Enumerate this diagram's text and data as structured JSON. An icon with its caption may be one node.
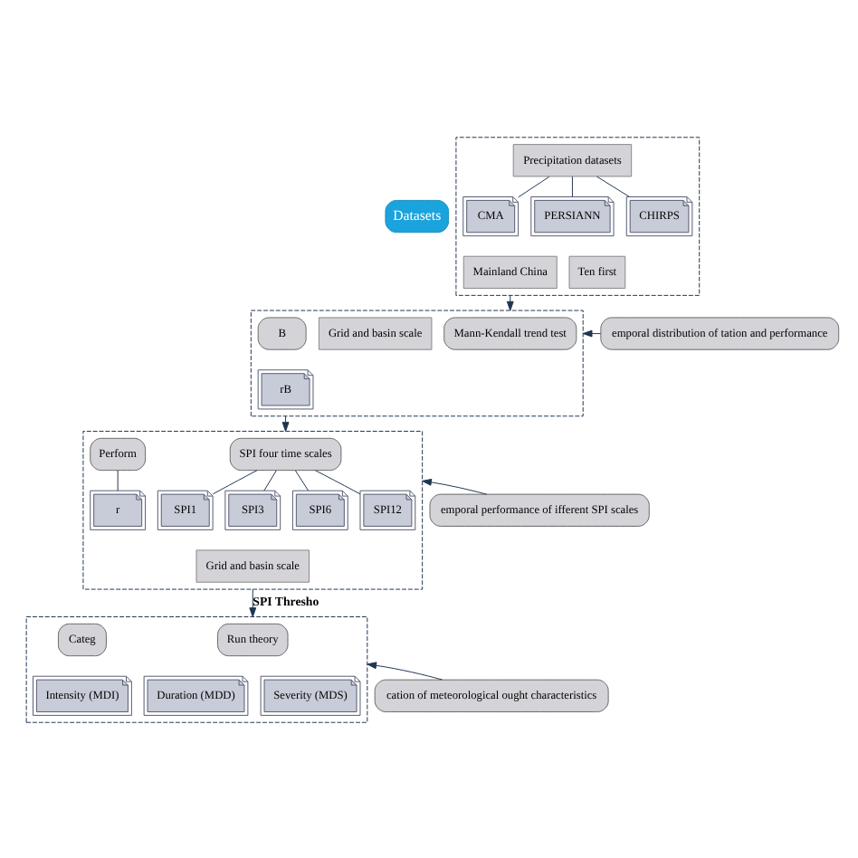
{
  "diagram": {
    "nodes": [
      {
        "text": [
          "Datasets"
        ]
      },
      {
        "text": [],
        "shape": "box"
      },
      {
        "text": [
          "Precipitation datasets"
        ],
        "in": 1
      },
      {
        "text": [
          "CMA"
        ],
        "in": 1
      },
      {
        "text": [
          "PERSIANN"
        ],
        "in": 1
      },
      {
        "text": [
          "CHIRPS"
        ],
        "in": 1
      },
      {
        "text": [
          "Mainland China"
        ],
        "in": 1
      },
      {
        "text": [
          "Ten first"
        ],
        "in": 1
      },
      {
        "text": [
          "emporal distribution of tation and performance"
        ]
      },
      {
        "text": [],
        "shape": "box"
      },
      {
        "text": [
          "Mann-Kendall trend test"
        ],
        "in": 9
      },
      {
        "text": [
          "Grid and basin scale"
        ],
        "in": 9
      },
      {
        "text": [
          "B"
        ],
        "in": 9
      },
      {
        "text": [
          "rB"
        ],
        "in": 9
      },
      {
        "text": [
          "emporal performance of ifferent SPI scales"
        ]
      },
      {
        "text": [],
        "shape": "box"
      },
      {
        "text": [
          "SPI four time scales"
        ],
        "in": 15
      },
      {
        "text": [
          "SPI1"
        ],
        "in": 15
      },
      {
        "text": [
          "SPI3"
        ],
        "in": 15
      },
      {
        "text": [
          "SPI6"
        ],
        "in": 15
      },
      {
        "text": [
          "SPI12"
        ],
        "in": 15
      },
      {
        "text": [
          "Perform"
        ],
        "in": 15
      },
      {
        "text": [
          "r"
        ],
        "in": 15
      },
      {
        "text": [
          "Grid and basin scale"
        ],
        "in": 15
      },
      {
        "text": [
          "cation of meteorological ought characteristics"
        ]
      },
      {
        "text": [],
        "shape": "box"
      },
      {
        "text": [
          "Run theory"
        ],
        "in": 25
      },
      {
        "text": [
          "Categ"
        ],
        "in": 25
      },
      {
        "text": [
          "Duration (MDD)"
        ],
        "in": 25
      },
      {
        "text": [
          "Severity (MDS)"
        ],
        "in": 25
      },
      {
        "text": [
          "Intensity (MDI)"
        ],
        "in": 25
      }
    ],
    "edges": [
      {
        "from": 2,
        "to": 3,
        "arrow": "none"
      },
      {
        "from": 2,
        "to": 4,
        "arrow": "none"
      },
      {
        "from": 2,
        "to": 5,
        "arrow": "none"
      },
      {
        "from": 1,
        "to": 9,
        "arrow": "to"
      },
      {
        "from": 8,
        "to": 9,
        "arrow": "to"
      },
      {
        "from": 9,
        "to": 15,
        "arrow": "to"
      },
      {
        "from": 16,
        "to": 17,
        "arrow": "none"
      },
      {
        "from": 16,
        "to": 18,
        "arrow": "none"
      },
      {
        "from": 16,
        "to": 19,
        "arrow": "none"
      },
      {
        "from": 16,
        "to": 20,
        "arrow": "none"
      },
      {
        "from": 21,
        "to": 22,
        "arrow": "none"
      },
      {
        "from": 14,
        "to": 15,
        "arrow": "to"
      },
      {
        "from": 15,
        "to": 25,
        "label": "SPI Thresho",
        "arrow": "to"
      },
      {
        "from": 24,
        "to": 25,
        "arrow": "to"
      }
    ]
  }
}
